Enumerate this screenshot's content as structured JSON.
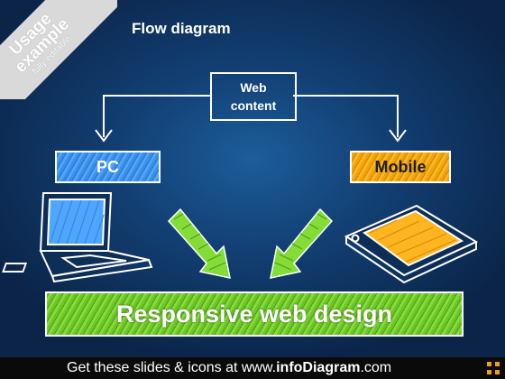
{
  "ribbon": {
    "line1": "Usage",
    "line2": "example",
    "line3": "fully editable"
  },
  "title": "Flow diagram",
  "web_content": {
    "line1": "Web",
    "line2": "content"
  },
  "pc_label": "PC",
  "mobile_label": "Mobile",
  "result_label": "Responsive web design",
  "footer": {
    "prefix": "Get these slides & icons at www.",
    "brand": "infoDiagram",
    "suffix": ".com"
  },
  "colors": {
    "pc": "#4fa6ff",
    "mobile": "#ffb520",
    "result": "#84dd36",
    "arrow": "#84dd36"
  }
}
